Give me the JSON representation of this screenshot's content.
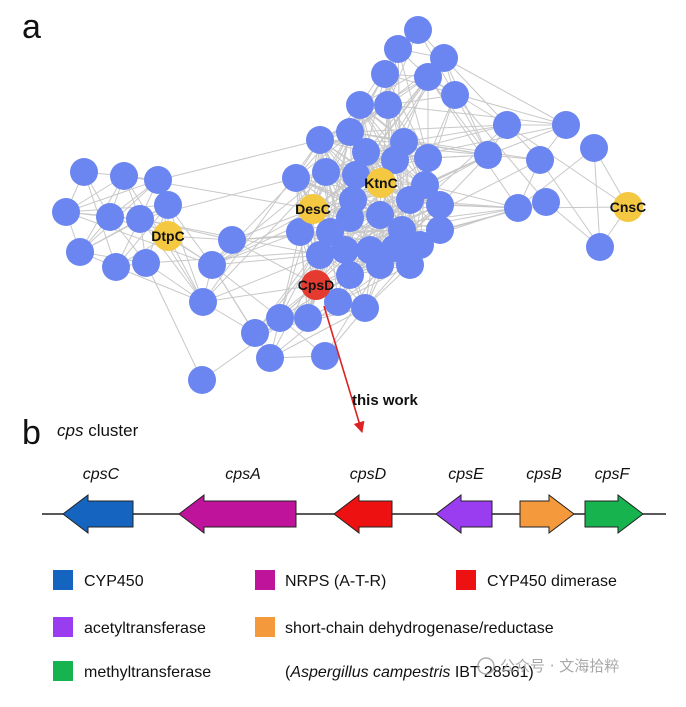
{
  "panel_a_label": "a",
  "panel_b_label": "b",
  "network": {
    "highlight_nodes": [
      {
        "key": "ktnc",
        "label": "KtnC",
        "color": "#f5c842"
      },
      {
        "key": "desc",
        "label": "DesC",
        "color": "#f5c842"
      },
      {
        "key": "dtpc",
        "label": "DtpC",
        "color": "#f5c842"
      },
      {
        "key": "cnsc",
        "label": "CnsC",
        "color": "#f5c842"
      },
      {
        "key": "cpsd",
        "label": "CpsD",
        "color": "#e53a2f"
      }
    ],
    "node_color": "#6b86f0",
    "edge_color": "#c8c8c8"
  },
  "annotation": {
    "text": "this work",
    "arrow_color": "#dd2222"
  },
  "cluster": {
    "title_italic": "cps",
    "title_rest": " cluster",
    "genes": [
      {
        "name": "cpsC",
        "color": "#1565c0",
        "direction": "left"
      },
      {
        "name": "cpsA",
        "color": "#c0139b",
        "direction": "left"
      },
      {
        "name": "cpsD",
        "color": "#ee1111",
        "direction": "left"
      },
      {
        "name": "cpsE",
        "color": "#9a3cf0",
        "direction": "left"
      },
      {
        "name": "cpsB",
        "color": "#f59a3c",
        "direction": "right"
      },
      {
        "name": "cpsF",
        "color": "#17b34f",
        "direction": "right"
      }
    ]
  },
  "legend": [
    {
      "label": "CYP450",
      "color": "#1565c0"
    },
    {
      "label": "NRPS (A-T-R)",
      "color": "#c0139b"
    },
    {
      "label": "CYP450 dimerase",
      "color": "#ee1111"
    },
    {
      "label": "acetyltransferase",
      "color": "#9a3cf0"
    },
    {
      "label": "short-chain dehydrogenase/reductase",
      "color": "#f59a3c"
    },
    {
      "label": "methyltransferase",
      "color": "#17b34f"
    }
  ],
  "organism": {
    "open": "(",
    "italic": "Aspergillus campestris",
    "rest": " IBT 28561)"
  },
  "watermark": "公众号 · 文海拾粹"
}
